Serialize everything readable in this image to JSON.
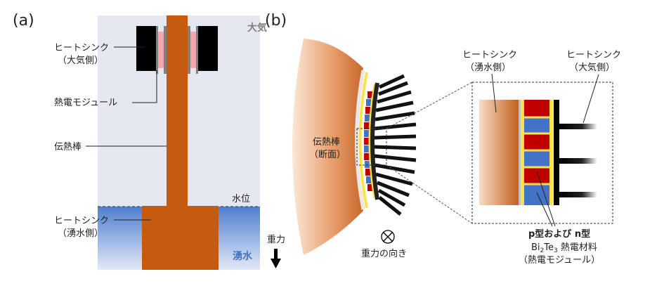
{
  "panel_a": {
    "label": "(a)",
    "air_label": "大気",
    "spring_label": "湧水",
    "water_level_label": "水位",
    "heatsink_air_line1": "ヒートシンク",
    "heatsink_air_line2": "（大気側）",
    "thermo_module_label": "熱電モジュール",
    "heat_rod_label": "伝熱棒",
    "heatsink_spring_line1": "ヒートシンク",
    "heatsink_spring_line2": "（湧水側）",
    "gravity_label": "重力"
  },
  "panel_b": {
    "label": "(b)",
    "rod_section_line1": "伝熱棒",
    "rod_section_line2": "（断面）",
    "gravity_direction_label": "重力の向き",
    "heatsink_spring_line1": "ヒートシンク",
    "heatsink_spring_line2": "（湧水側）",
    "heatsink_air_line1": "ヒートシンク",
    "heatsink_air_line2": "（大気側）",
    "material_line1": "p型および n型",
    "material_line2_prefix": "Bi",
    "material_sub1": "2",
    "material_mid": "Te",
    "material_sub2": "3",
    "material_line2_suffix": " 熱電材料",
    "material_line3": "（熱電モジュール）"
  },
  "colors": {
    "rod": "#c55a11",
    "air_bg": "#e6e8f1",
    "water_top": "#4472c4",
    "water_bottom": "#dde5f4",
    "pink": "#f4a6b0",
    "p_type": "#c00000",
    "n_type": "#4472c4",
    "yellow": "#ffe14d",
    "gray_text": "#808080",
    "blue_text": "#4472c4"
  }
}
